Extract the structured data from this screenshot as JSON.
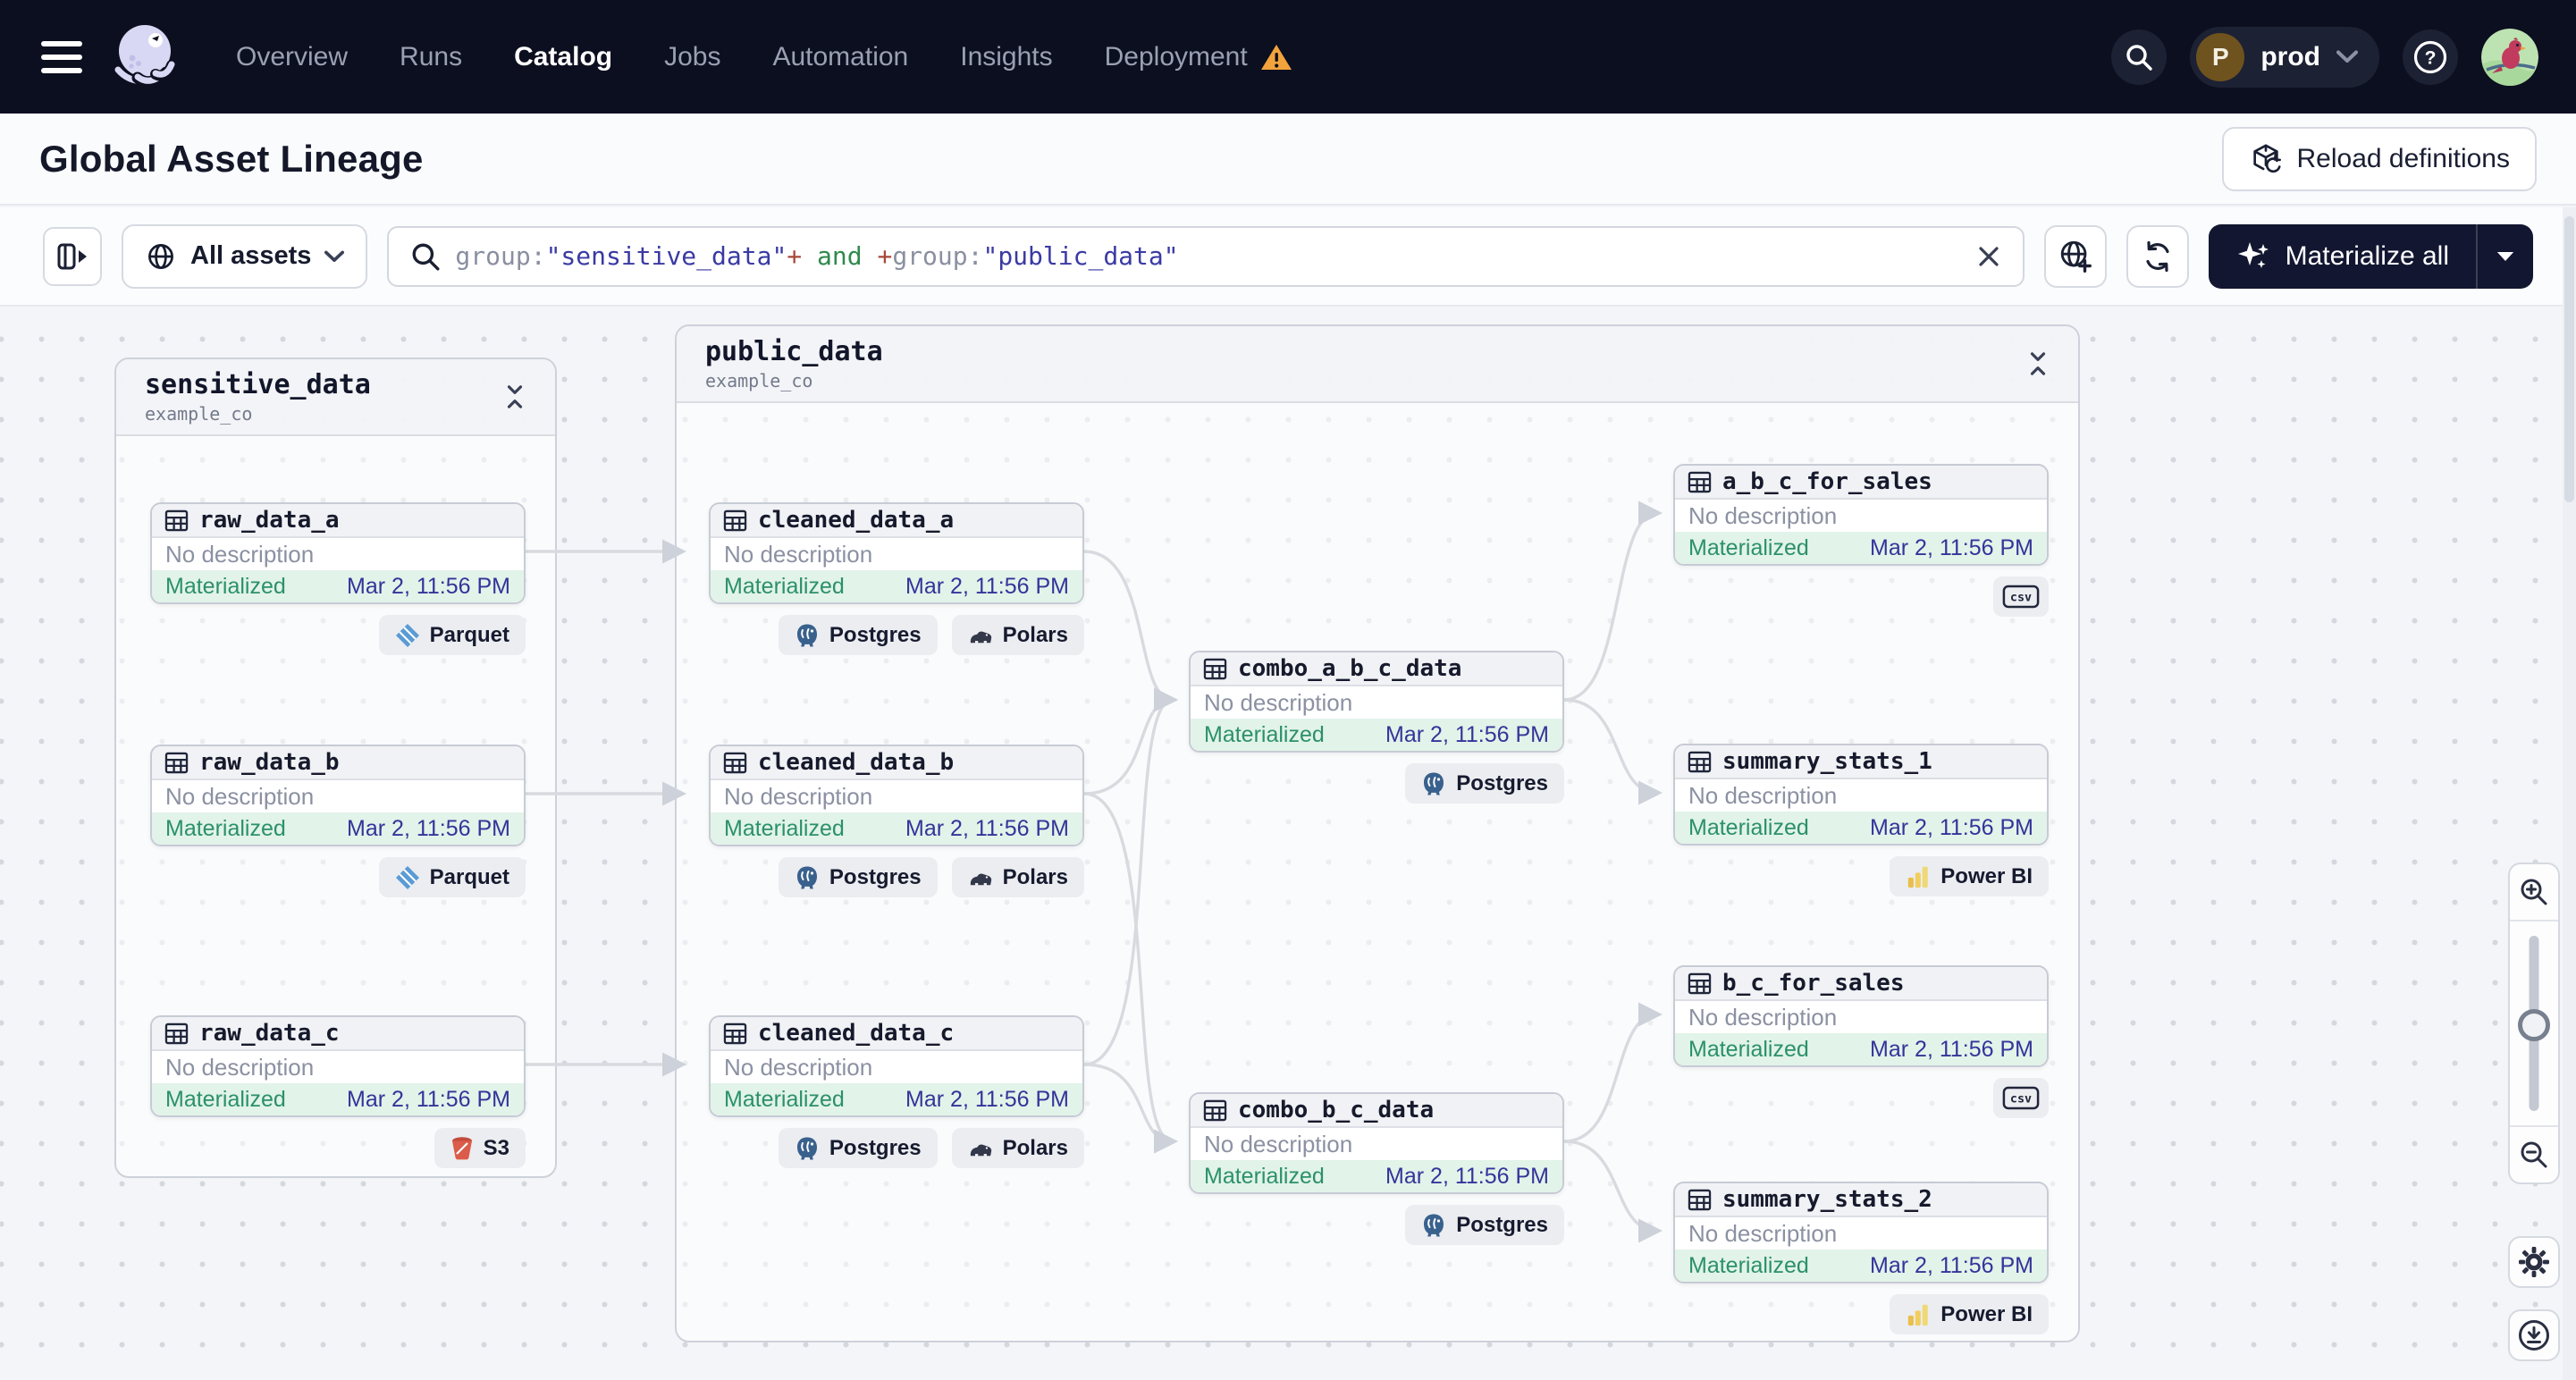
{
  "nav": {
    "items": [
      {
        "label": "Overview"
      },
      {
        "label": "Runs"
      },
      {
        "label": "Catalog",
        "active": true
      },
      {
        "label": "Jobs"
      },
      {
        "label": "Automation"
      },
      {
        "label": "Insights"
      },
      {
        "label": "Deployment",
        "warning": true
      }
    ],
    "environment": {
      "initial": "P",
      "name": "prod"
    }
  },
  "header": {
    "title": "Global Asset Lineage",
    "reload_button": "Reload definitions"
  },
  "toolbar": {
    "scope_label": "All assets",
    "materialize_button": "Materialize all",
    "search_query": [
      {
        "text": "group:",
        "color": "gray"
      },
      {
        "text": "\"sensitive_data\"",
        "color": "indigo"
      },
      {
        "text": "+",
        "color": "red"
      },
      {
        "text": " and ",
        "color": "green"
      },
      {
        "text": "+",
        "color": "red"
      },
      {
        "text": "group:",
        "color": "gray"
      },
      {
        "text": "\"public_data\"",
        "color": "indigo"
      }
    ]
  },
  "groups": [
    {
      "name": "sensitive_data",
      "subtitle": "example_co"
    },
    {
      "name": "public_data",
      "subtitle": "example_co"
    }
  ],
  "assets": [
    {
      "name": "raw_data_a",
      "description": "No description",
      "status": "Materialized",
      "timestamp": "Mar 2, 11:56 PM",
      "tags": [
        {
          "icon": "parquet-icon",
          "label": "Parquet"
        }
      ]
    },
    {
      "name": "raw_data_b",
      "description": "No description",
      "status": "Materialized",
      "timestamp": "Mar 2, 11:56 PM",
      "tags": [
        {
          "icon": "parquet-icon",
          "label": "Parquet"
        }
      ]
    },
    {
      "name": "raw_data_c",
      "description": "No description",
      "status": "Materialized",
      "timestamp": "Mar 2, 11:56 PM",
      "tags": [
        {
          "icon": "s3-icon",
          "label": "S3"
        }
      ]
    },
    {
      "name": "cleaned_data_a",
      "description": "No description",
      "status": "Materialized",
      "timestamp": "Mar 2, 11:56 PM",
      "tags": [
        {
          "icon": "postgres-icon",
          "label": "Postgres"
        },
        {
          "icon": "polars-icon",
          "label": "Polars"
        }
      ]
    },
    {
      "name": "cleaned_data_b",
      "description": "No description",
      "status": "Materialized",
      "timestamp": "Mar 2, 11:56 PM",
      "tags": [
        {
          "icon": "postgres-icon",
          "label": "Postgres"
        },
        {
          "icon": "polars-icon",
          "label": "Polars"
        }
      ]
    },
    {
      "name": "cleaned_data_c",
      "description": "No description",
      "status": "Materialized",
      "timestamp": "Mar 2, 11:56 PM",
      "tags": [
        {
          "icon": "postgres-icon",
          "label": "Postgres"
        },
        {
          "icon": "polars-icon",
          "label": "Polars"
        }
      ]
    },
    {
      "name": "combo_a_b_c_data",
      "description": "No description",
      "status": "Materialized",
      "timestamp": "Mar 2, 11:56 PM",
      "tags": [
        {
          "icon": "postgres-icon",
          "label": "Postgres"
        }
      ]
    },
    {
      "name": "combo_b_c_data",
      "description": "No description",
      "status": "Materialized",
      "timestamp": "Mar 2, 11:56 PM",
      "tags": [
        {
          "icon": "postgres-icon",
          "label": "Postgres"
        }
      ]
    },
    {
      "name": "a_b_c_for_sales",
      "description": "No description",
      "status": "Materialized",
      "timestamp": "Mar 2, 11:56 PM",
      "tags": [
        {
          "icon": "csv-icon",
          "label": ""
        }
      ]
    },
    {
      "name": "summary_stats_1",
      "description": "No description",
      "status": "Materialized",
      "timestamp": "Mar 2, 11:56 PM",
      "tags": [
        {
          "icon": "powerbi-icon",
          "label": "Power BI"
        }
      ]
    },
    {
      "name": "b_c_for_sales",
      "description": "No description",
      "status": "Materialized",
      "timestamp": "Mar 2, 11:56 PM",
      "tags": [
        {
          "icon": "csv-icon",
          "label": ""
        }
      ]
    },
    {
      "name": "summary_stats_2",
      "description": "No description",
      "status": "Materialized",
      "timestamp": "Mar 2, 11:56 PM",
      "tags": [
        {
          "icon": "powerbi-icon",
          "label": "Power BI"
        }
      ]
    }
  ],
  "colors": {
    "navbar_bg": "#0C0F1F",
    "accent_dark_button": "#121630",
    "status_materialized_bg": "#E2F3E9",
    "status_materialized_text": "#2B9168",
    "timestamp_text": "#34349A",
    "warning_orange": "#F2A33C",
    "edge_gray": "#D8DAE0"
  }
}
